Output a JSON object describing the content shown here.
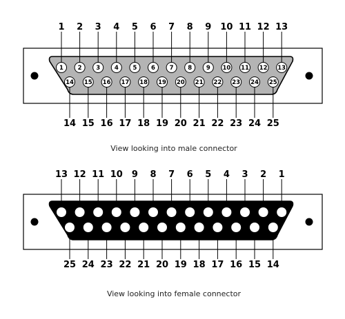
{
  "connectors": [
    {
      "id": "male",
      "caption": "View looking into male connector",
      "top_row": [
        "1",
        "2",
        "3",
        "4",
        "5",
        "6",
        "7",
        "8",
        "9",
        "10",
        "11",
        "12",
        "13"
      ],
      "bottom_row": [
        "14",
        "15",
        "16",
        "17",
        "18",
        "19",
        "20",
        "21",
        "22",
        "23",
        "24",
        "25"
      ],
      "colors": {
        "shell": "#ffffff",
        "body": "#b4b4b4",
        "pin": "#ffffff",
        "outline": "#000000"
      }
    },
    {
      "id": "female",
      "caption": "View looking into female connector",
      "top_row": [
        "13",
        "12",
        "11",
        "10",
        "9",
        "8",
        "7",
        "6",
        "5",
        "4",
        "3",
        "2",
        "1"
      ],
      "bottom_row": [
        "25",
        "24",
        "23",
        "22",
        "21",
        "20",
        "19",
        "18",
        "17",
        "16",
        "15",
        "14"
      ],
      "colors": {
        "shell": "#ffffff",
        "body": "#000000",
        "pin": "#ffffff",
        "outline": "#000000"
      }
    }
  ]
}
